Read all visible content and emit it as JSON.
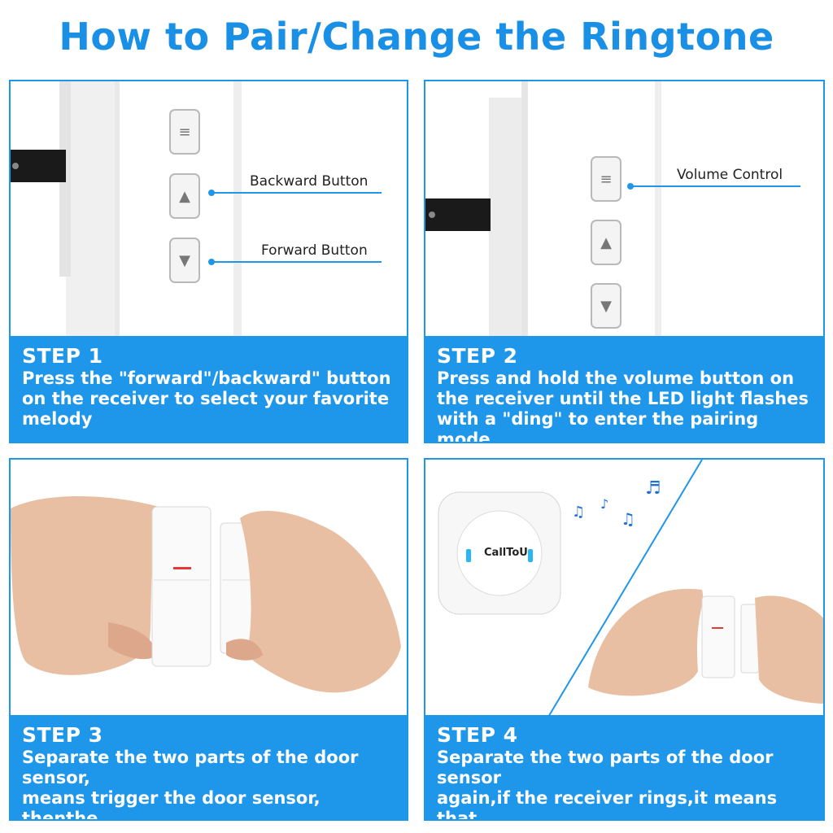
{
  "title": "How to Pair/Change the Ringtone",
  "steps": [
    {
      "step": "STEP 1",
      "desc": "Press the \"forward\"/backward\" button\non the receiver to select your favorite\nmelody",
      "labels": {
        "backward": "Backward Button",
        "forward": "Forward Button"
      }
    },
    {
      "step": "STEP 2",
      "desc": "Press and hold the volume button on\nthe receiver until the LED light flashes\nwith a \"ding\" to enter the pairing mode",
      "labels": {
        "volume": "Volume Control"
      }
    },
    {
      "step": "STEP 3",
      "desc": "Separate the two parts of the door sensor,\nmeans trigger the door sensor, thenthe\nreceiver will make a \"ding \" sound"
    },
    {
      "step": "STEP 4",
      "desc": "Separate the two parts of the door sensor\nagain,if the receiver rings,it means that\nthe pairing was succeed.",
      "brand": "CallToU"
    }
  ],
  "colors": {
    "accent": "#1e96ea",
    "title": "#1a8fe6"
  },
  "icons": [
    "volume-icon",
    "up-arrow-icon",
    "down-arrow-icon",
    "music-notes-icon"
  ]
}
